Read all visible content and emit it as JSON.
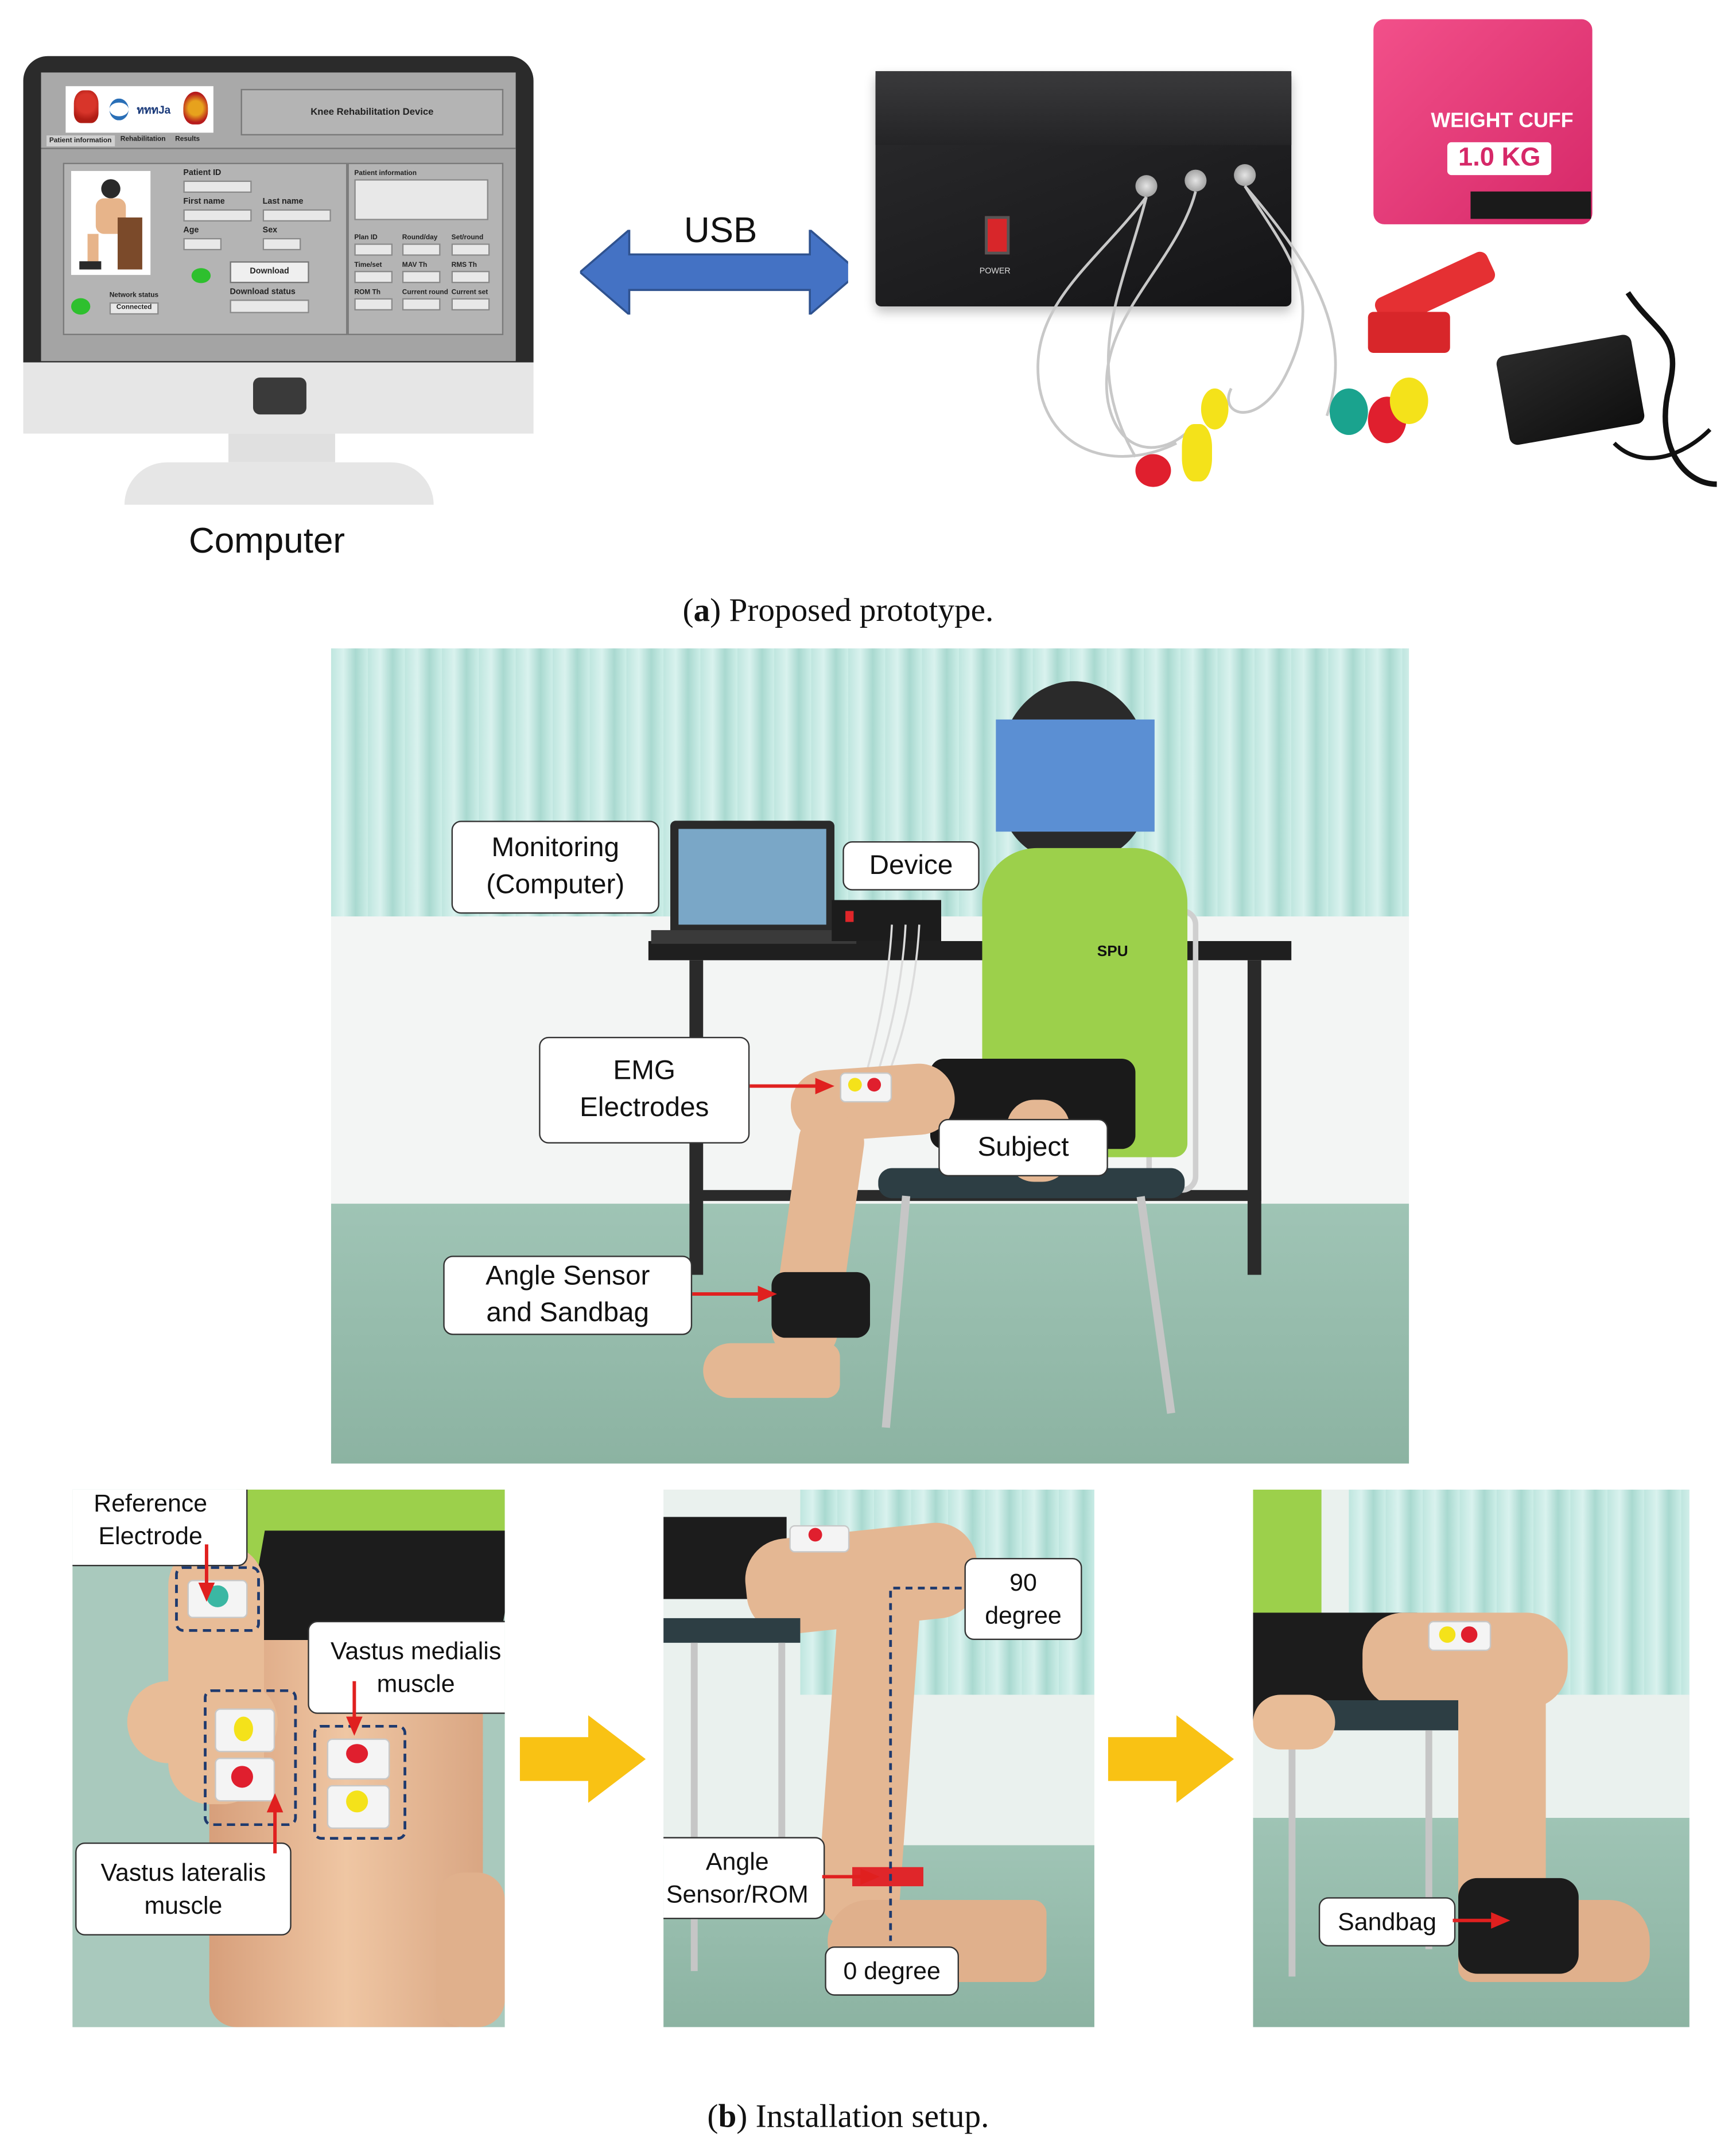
{
  "panel_a": {
    "gui": {
      "title": "Knee Rehabilitation Device",
      "logo_text": "ทททJa",
      "tabs": [
        "Patient information",
        "Rehabilitation",
        "Results"
      ],
      "patient_id_label": "Patient ID",
      "first_name_label": "First name",
      "last_name_label": "Last name",
      "age_label": "Age",
      "sex_label": "Sex",
      "patient_info_label": "Patient information",
      "network_status_label": "Network status",
      "network_status_value": "Connected",
      "download_button": "Download",
      "download_status_label": "Download status",
      "plan_id_label": "Plan ID",
      "round_day_label": "Round/day",
      "set_round_label": "Set/round",
      "time_set_label": "Time/set",
      "mav_th_label": "MAV Th",
      "rms_th_label": "RMS Th",
      "rom_th_label": "ROM Th",
      "current_round_label": "Current round",
      "current_set_label": "Current set"
    },
    "computer_label": "Computer",
    "usb_label": "USB",
    "device": {
      "power_label": "POWER",
      "cuff_line1": "WEIGHT CUFF",
      "cuff_line2": "1.0 KG"
    },
    "caption_letter": "a",
    "caption_text": ") Proposed prototype."
  },
  "panel_b": {
    "callouts": {
      "monitoring_line1": "Monitoring",
      "monitoring_line2": "(Computer)",
      "device": "Device",
      "emg_line1": "EMG",
      "emg_line2": "Electrodes",
      "subject": "Subject",
      "angle_line1": "Angle Sensor",
      "angle_line2": "and Sandbag",
      "shirt_logo": "SPU"
    },
    "sub1": {
      "reference_line1": "Reference",
      "reference_line2": "Electrode",
      "vm_line1": "Vastus medialis",
      "vm_line2": "muscle",
      "vl_line1": "Vastus lateralis",
      "vl_line2": "muscle"
    },
    "sub2": {
      "deg90_line1": "90",
      "deg90_line2": "degree",
      "angle_line1": "Angle",
      "angle_line2": "Sensor/ROM",
      "deg0": "0 degree"
    },
    "sub3": {
      "sandbag": "Sandbag"
    },
    "caption_letter": "b",
    "caption_text": ") Installation setup."
  }
}
